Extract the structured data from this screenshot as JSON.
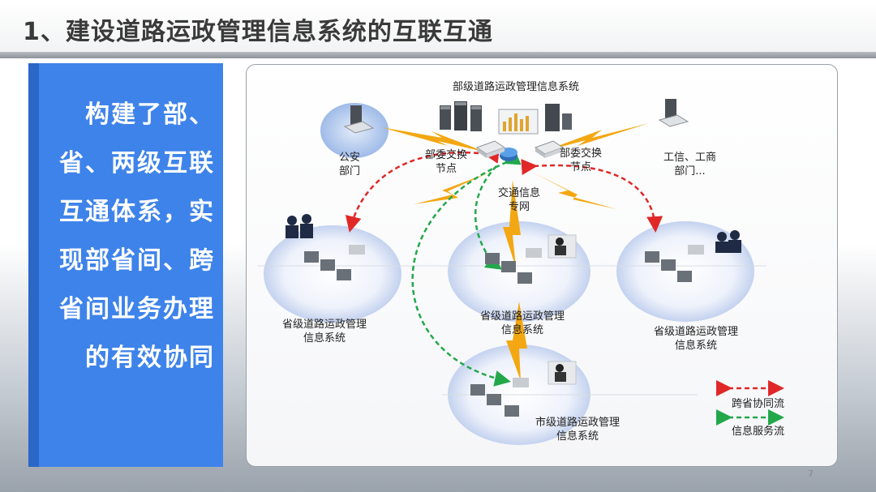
{
  "slide": {
    "title": "1、建设道路运政管理信息系统的互联互通",
    "panel_text": "构建了部、省、两级互联互通体系，实现部省间、跨省间业务办理的有效协同",
    "page_number": "7"
  },
  "diagram": {
    "top_system": "部级道路运政管理信息系统",
    "police": [
      "公安",
      "部门"
    ],
    "switch_left": [
      "部委交换",
      "节点"
    ],
    "switch_right": [
      "部委交换",
      "节点"
    ],
    "miit": [
      "工信、工商",
      "部门..."
    ],
    "traffic_net": [
      "交通信息",
      "专网"
    ],
    "prov_left": [
      "省级道路运政管理",
      "信息系统"
    ],
    "prov_mid": [
      "省级道路运政管理",
      "信息系统"
    ],
    "prov_right": [
      "省级道路运政管理",
      "信息系统"
    ],
    "city": [
      "市级道路运政管理",
      "信息系统"
    ]
  },
  "legend": {
    "cross_province": "跨省协同流",
    "info_service": "信息服务流"
  },
  "colors": {
    "panel_blue": "#3e83ea",
    "red_flow": "#e02828",
    "green_flow": "#22a84a",
    "bolt": "#f3a712"
  }
}
